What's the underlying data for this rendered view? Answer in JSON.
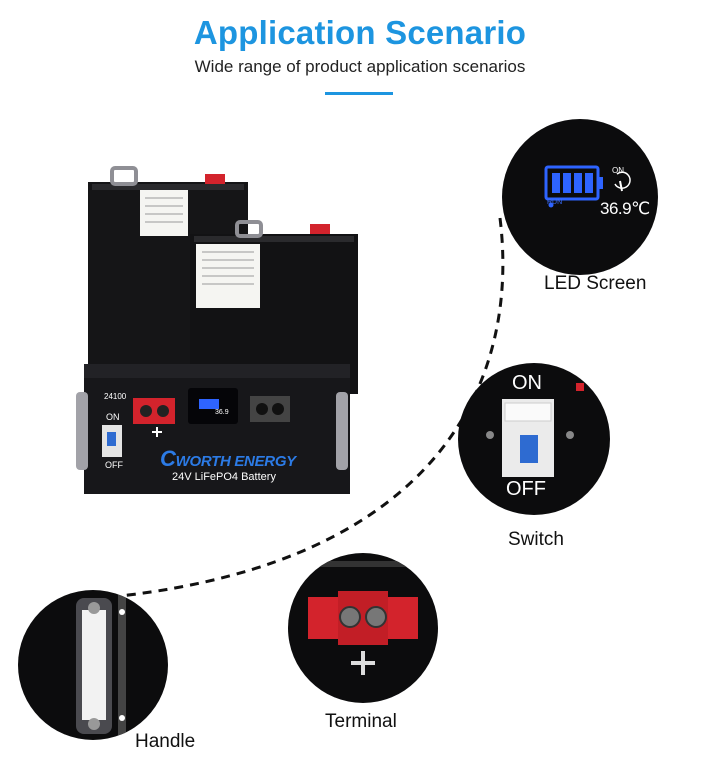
{
  "header": {
    "title": "Application Scenario",
    "subtitle": "Wide range of product application scenarios"
  },
  "product": {
    "model": "24100",
    "switch_on": "ON",
    "switch_off": "OFF",
    "brand_initial": "C",
    "brand_rest": "WORTH ENERGY",
    "model_line": "24V LiFePO4 Battery",
    "display_temp": "36.9"
  },
  "callouts": {
    "led_screen": {
      "label": "LED Screen",
      "run_text": "RUN",
      "on_text": "ON",
      "temp_text": "36.9℃"
    },
    "switch": {
      "label": "Switch",
      "on_text": "ON",
      "off_text": "OFF"
    },
    "terminal": {
      "label": "Terminal"
    },
    "handle": {
      "label": "Handle"
    }
  },
  "colors": {
    "accent": "#1d95e0",
    "battery_body": "#141416",
    "terminal_red": "#d3232c",
    "led_blue": "#2e64ff"
  }
}
